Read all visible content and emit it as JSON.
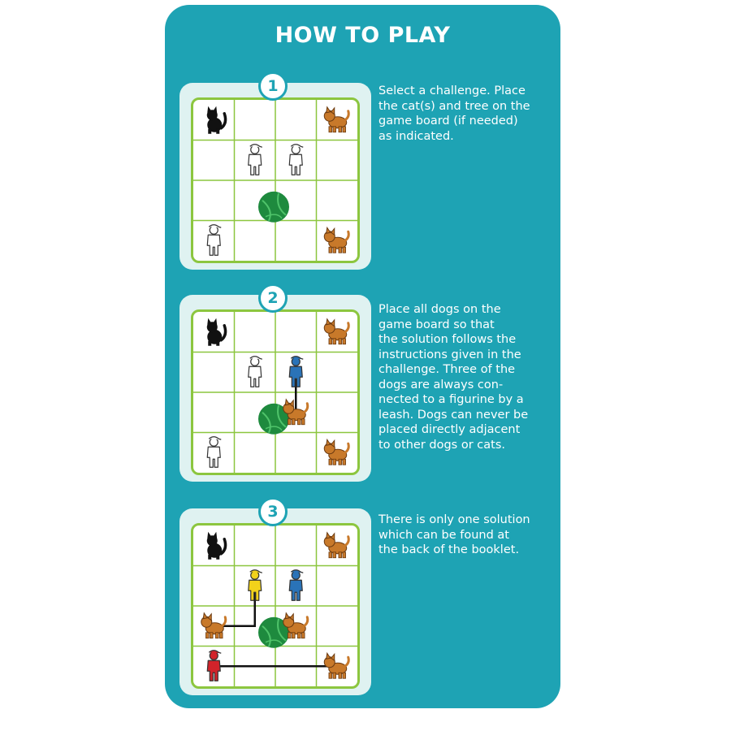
{
  "title": "HOW TO PLAY",
  "steps": [
    {
      "number": "1",
      "text": "Select a challenge. Place\nthe cat(s) and tree on the\ngame board (if needed)\nas indicated."
    },
    {
      "number": "2",
      "text": "Place all dogs on the\ngame board so that\nthe solution follows the\ninstructions given in the\nchallenge. Three of the\ndogs are always con-\nnected to a figurine by a\nleash. Dogs can never be\nplaced directly adjacent\nto other dogs or cats."
    },
    {
      "number": "3",
      "text": "There is only one solution\nwhich can be found at\nthe back of the booklet."
    }
  ],
  "colors": {
    "background": "#1ea3b4",
    "board_border": "#8cc63f",
    "grid_line": "#8cc63f",
    "dog": "#c8792a",
    "cat": "#111111",
    "tree": "#1e8a3e",
    "figure_white": "#ffffff",
    "figure_blue": "#2a73b8",
    "figure_yellow": "#f2d21b",
    "figure_red": "#d2232a",
    "leash": "#111111"
  },
  "icons": {
    "cat": "cat-icon",
    "dog": "dog-icon",
    "tree": "tree-icon",
    "figure": "person-figurine-icon",
    "leash": "leash-line"
  },
  "boards": [
    {
      "pieces": [
        {
          "type": "cat",
          "row": 0,
          "col": 0
        },
        {
          "type": "dog",
          "row": 0,
          "col": 3
        },
        {
          "type": "figure",
          "color": "white",
          "row": 1,
          "col": 1
        },
        {
          "type": "figure",
          "color": "white",
          "row": 1,
          "col": 2
        },
        {
          "type": "tree",
          "row": 2,
          "col": 1
        },
        {
          "type": "figure",
          "color": "white",
          "row": 3,
          "col": 0
        },
        {
          "type": "dog",
          "row": 3,
          "col": 3
        }
      ],
      "leashes": []
    },
    {
      "pieces": [
        {
          "type": "cat",
          "row": 0,
          "col": 0
        },
        {
          "type": "dog",
          "row": 0,
          "col": 3
        },
        {
          "type": "figure",
          "color": "white",
          "row": 1,
          "col": 1
        },
        {
          "type": "figure",
          "color": "blue",
          "row": 1,
          "col": 2
        },
        {
          "type": "tree",
          "row": 2,
          "col": 1
        },
        {
          "type": "dog",
          "row": 2,
          "col": 2
        },
        {
          "type": "figure",
          "color": "white",
          "row": 3,
          "col": 0
        },
        {
          "type": "dog",
          "row": 3,
          "col": 3
        }
      ],
      "leashes": [
        {
          "from": [
            1,
            2
          ],
          "to": [
            2,
            2
          ]
        }
      ]
    },
    {
      "pieces": [
        {
          "type": "cat",
          "row": 0,
          "col": 0
        },
        {
          "type": "dog",
          "row": 0,
          "col": 3
        },
        {
          "type": "figure",
          "color": "yellow",
          "row": 1,
          "col": 1
        },
        {
          "type": "figure",
          "color": "blue",
          "row": 1,
          "col": 2
        },
        {
          "type": "dog",
          "row": 2,
          "col": 0
        },
        {
          "type": "tree",
          "row": 2,
          "col": 1
        },
        {
          "type": "dog",
          "row": 2,
          "col": 2
        },
        {
          "type": "figure",
          "color": "red",
          "row": 3,
          "col": 0
        },
        {
          "type": "dog",
          "row": 3,
          "col": 3
        }
      ],
      "leashes": [
        {
          "from": [
            1,
            1
          ],
          "to": [
            2,
            0
          ]
        },
        {
          "from": [
            3,
            0
          ],
          "to": [
            3,
            3
          ]
        }
      ]
    }
  ]
}
